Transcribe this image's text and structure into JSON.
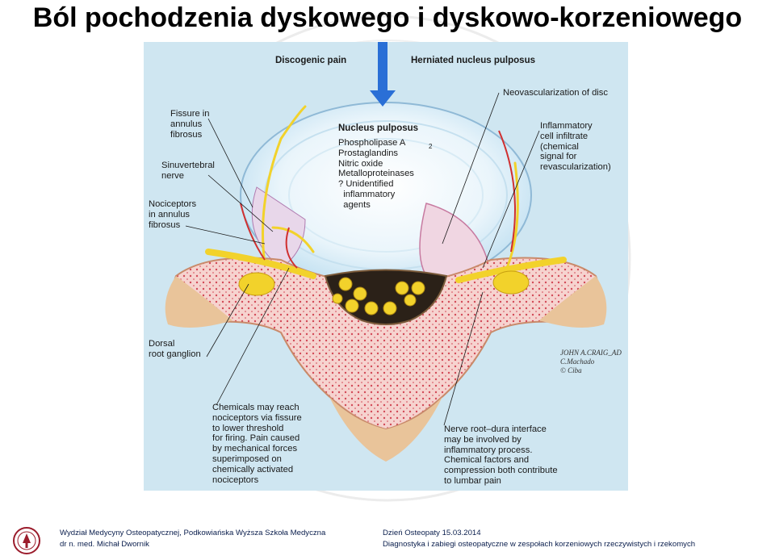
{
  "slide": {
    "title": "Ból pochodzenia dyskowego i dyskowo-korzeniowego"
  },
  "figure": {
    "labels": {
      "discogenic": "Discogenic pain",
      "herniated": "Herniated nucleus pulposus",
      "neovascularization": "Neovascularization of disc",
      "fissure": "Fissure in\nannulus\nfibrosus",
      "sinuvertebral": "Sinuvertebral\nnerve",
      "nociceptors": "Nociceptors\nin annulus\nfibrosus",
      "nucleus_title": "Nucleus pulposus",
      "nucleus_list": "Phospholipase A\nProstaglandins\nNitric oxide\nMetalloproteinases\n? Unidentified\n  inflammatory\n  agents",
      "subscript": "2",
      "inflammatory": "Inflammatory\ncell infiltrate\n(chemical\nsignal for\nrevascularization)",
      "dorsal": "Dorsal\nroot ganglion",
      "chemicals": "Chemicals may reach\nnociceptors via fissure\nto lower threshold\nfor firing. Pain caused\nby mechanical forces\nsuperimposed on\nchemically activated\nnociceptors",
      "nerve_root": "Nerve root–dura interface\nmay be involved by\ninflammatory process.\nChemical factors and\ncompression both contribute\nto lumbar pain",
      "signature": "JOHN A.CRAIG_AD\nC.Machado\n© Ciba"
    },
    "colors": {
      "arrow": "#2a6fd6",
      "nerve": "#f2d22b",
      "bone_pink": "#f3c8c4",
      "bone_dots": "#d24a57",
      "background": "#cfe6f1"
    }
  },
  "footer": {
    "left_line1": "Wydział Medycyny Osteopatycznej, Podkowiańska Wyższa Szkoła Medyczna",
    "left_line2": "dr n. med. Michał Dwornik",
    "right_line1": "Dzień Osteopaty 15.03.2014",
    "right_line2": "Diagnostyka i zabiegi osteopatyczne w zespołach korzeniowych rzeczywistych i rzekomych",
    "logo_icon": "university-seal-icon"
  }
}
